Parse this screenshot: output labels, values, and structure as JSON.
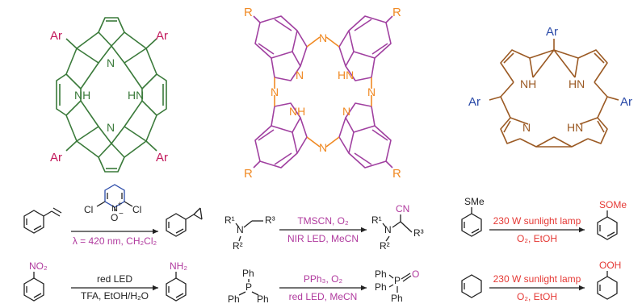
{
  "colors": {
    "porphyrin": "#3a7a3a",
    "porphyrin_sub": "#c2185b",
    "phthalo": "#a040a0",
    "phthalo_n": "#f08a24",
    "corrole": "#9b5a24",
    "corrole_sub": "#2a4aa8",
    "cond_magenta": "#b03a9e",
    "cond_red": "#e53935",
    "cond_black": "#222222"
  },
  "structures": {
    "porphyrin": {
      "ar1": "Ar",
      "ar2": "Ar",
      "ar3": "Ar",
      "ar4": "Ar",
      "nh": "NH",
      "hn": "HN",
      "n_top": "N",
      "n_bot": "N"
    },
    "phthalocyanine": {
      "r1": "R",
      "r2": "R",
      "r3": "R",
      "r4": "R",
      "n1": "N",
      "n2": "N",
      "n3": "N",
      "n4": "N",
      "n5": "N",
      "n6": "N",
      "nh": "NH",
      "hn": "HN"
    },
    "corrole": {
      "ar_top": "Ar",
      "ar_left": "Ar",
      "ar_right": "Ar",
      "nh1": "NH",
      "hn1": "HN",
      "n": "N",
      "hn2": "HN"
    }
  },
  "reactions": {
    "epox": {
      "reagent_cl1": "Cl",
      "reagent_cl2": "Cl",
      "reagent_n": "N",
      "reagent_plus": "+",
      "reagent_o": "O",
      "reagent_minus": "−",
      "cond": "λ = 420 nm, CH₂Cl₂"
    },
    "nitro": {
      "sub_label": "NO₂",
      "prod_label": "NH₂",
      "cond_top": "red LED",
      "cond_bot": "TFA, EtOH/H₂O"
    },
    "cyan": {
      "r1": "R¹",
      "n": "N",
      "r2": "R²",
      "r3": "R³",
      "cond_top": "TMSCN, O₂",
      "cond_bot": "NIR LED, MeCN",
      "p_r1": "R¹",
      "p_n": "N",
      "p_r2": "R²",
      "p_r3": "R³",
      "p_cn": "CN"
    },
    "phos": {
      "ph_top": "Ph",
      "p": "P",
      "ph_left": "Ph",
      "ph_right": "Ph",
      "cond_top": "PPh₃, O₂",
      "cond_bot": "red LED, MeCN",
      "pp_ph1": "Ph",
      "pp_ph2": "Ph",
      "pp_p": "P",
      "pp_o": "O",
      "pp_ph3": "Ph"
    },
    "sulf": {
      "sub_label": "SMe",
      "cond_top": "230 W sunlight lamp",
      "cond_bot": "O₂, EtOH",
      "prod_label": "SOMe"
    },
    "perox": {
      "cond_top": "230 W sunlight lamp",
      "cond_bot": "O₂, EtOH",
      "prod_label": "OOH"
    }
  }
}
